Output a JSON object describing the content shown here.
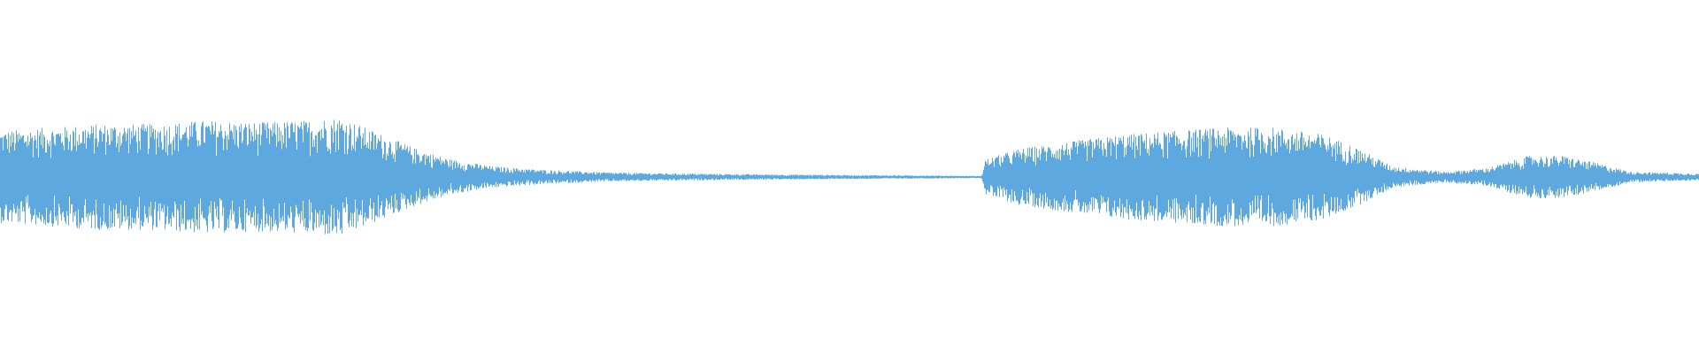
{
  "waveform": {
    "color": "#5DA9DF",
    "background": "#FFFFFF",
    "description_free": true,
    "envelope": [
      {
        "t": 0.0,
        "peak": 0.26,
        "body": 0.07
      },
      {
        "t": 0.03,
        "peak": 0.28,
        "body": 0.08
      },
      {
        "t": 0.06,
        "peak": 0.3,
        "body": 0.08
      },
      {
        "t": 0.09,
        "peak": 0.3,
        "body": 0.09
      },
      {
        "t": 0.12,
        "peak": 0.32,
        "body": 0.09
      },
      {
        "t": 0.15,
        "peak": 0.31,
        "body": 0.09
      },
      {
        "t": 0.18,
        "peak": 0.32,
        "body": 0.08
      },
      {
        "t": 0.2,
        "peak": 0.34,
        "body": 0.08
      },
      {
        "t": 0.225,
        "peak": 0.24,
        "body": 0.06
      },
      {
        "t": 0.245,
        "peak": 0.16,
        "body": 0.04
      },
      {
        "t": 0.265,
        "peak": 0.1,
        "body": 0.03
      },
      {
        "t": 0.29,
        "peak": 0.06,
        "body": 0.02
      },
      {
        "t": 0.32,
        "peak": 0.04,
        "body": 0.015
      },
      {
        "t": 0.36,
        "peak": 0.025,
        "body": 0.01
      },
      {
        "t": 0.4,
        "peak": 0.02,
        "body": 0.008
      },
      {
        "t": 0.45,
        "peak": 0.015,
        "body": 0.006
      },
      {
        "t": 0.5,
        "peak": 0.012,
        "body": 0.005
      },
      {
        "t": 0.56,
        "peak": 0.008,
        "body": 0.004
      },
      {
        "t": 0.578,
        "peak": 0.006,
        "body": 0.003
      },
      {
        "t": 0.58,
        "peak": 0.1,
        "body": 0.04
      },
      {
        "t": 0.6,
        "peak": 0.16,
        "body": 0.06
      },
      {
        "t": 0.63,
        "peak": 0.2,
        "body": 0.07
      },
      {
        "t": 0.66,
        "peak": 0.24,
        "body": 0.08
      },
      {
        "t": 0.69,
        "peak": 0.26,
        "body": 0.09
      },
      {
        "t": 0.72,
        "peak": 0.28,
        "body": 0.09
      },
      {
        "t": 0.75,
        "peak": 0.28,
        "body": 0.09
      },
      {
        "t": 0.78,
        "peak": 0.24,
        "body": 0.08
      },
      {
        "t": 0.8,
        "peak": 0.16,
        "body": 0.05
      },
      {
        "t": 0.82,
        "peak": 0.06,
        "body": 0.02
      },
      {
        "t": 0.85,
        "peak": 0.03,
        "body": 0.012
      },
      {
        "t": 0.875,
        "peak": 0.05,
        "body": 0.02
      },
      {
        "t": 0.9,
        "peak": 0.12,
        "body": 0.045
      },
      {
        "t": 0.92,
        "peak": 0.12,
        "body": 0.045
      },
      {
        "t": 0.94,
        "peak": 0.08,
        "body": 0.03
      },
      {
        "t": 0.96,
        "peak": 0.03,
        "body": 0.012
      },
      {
        "t": 1.0,
        "peak": 0.02,
        "body": 0.008
      }
    ]
  }
}
